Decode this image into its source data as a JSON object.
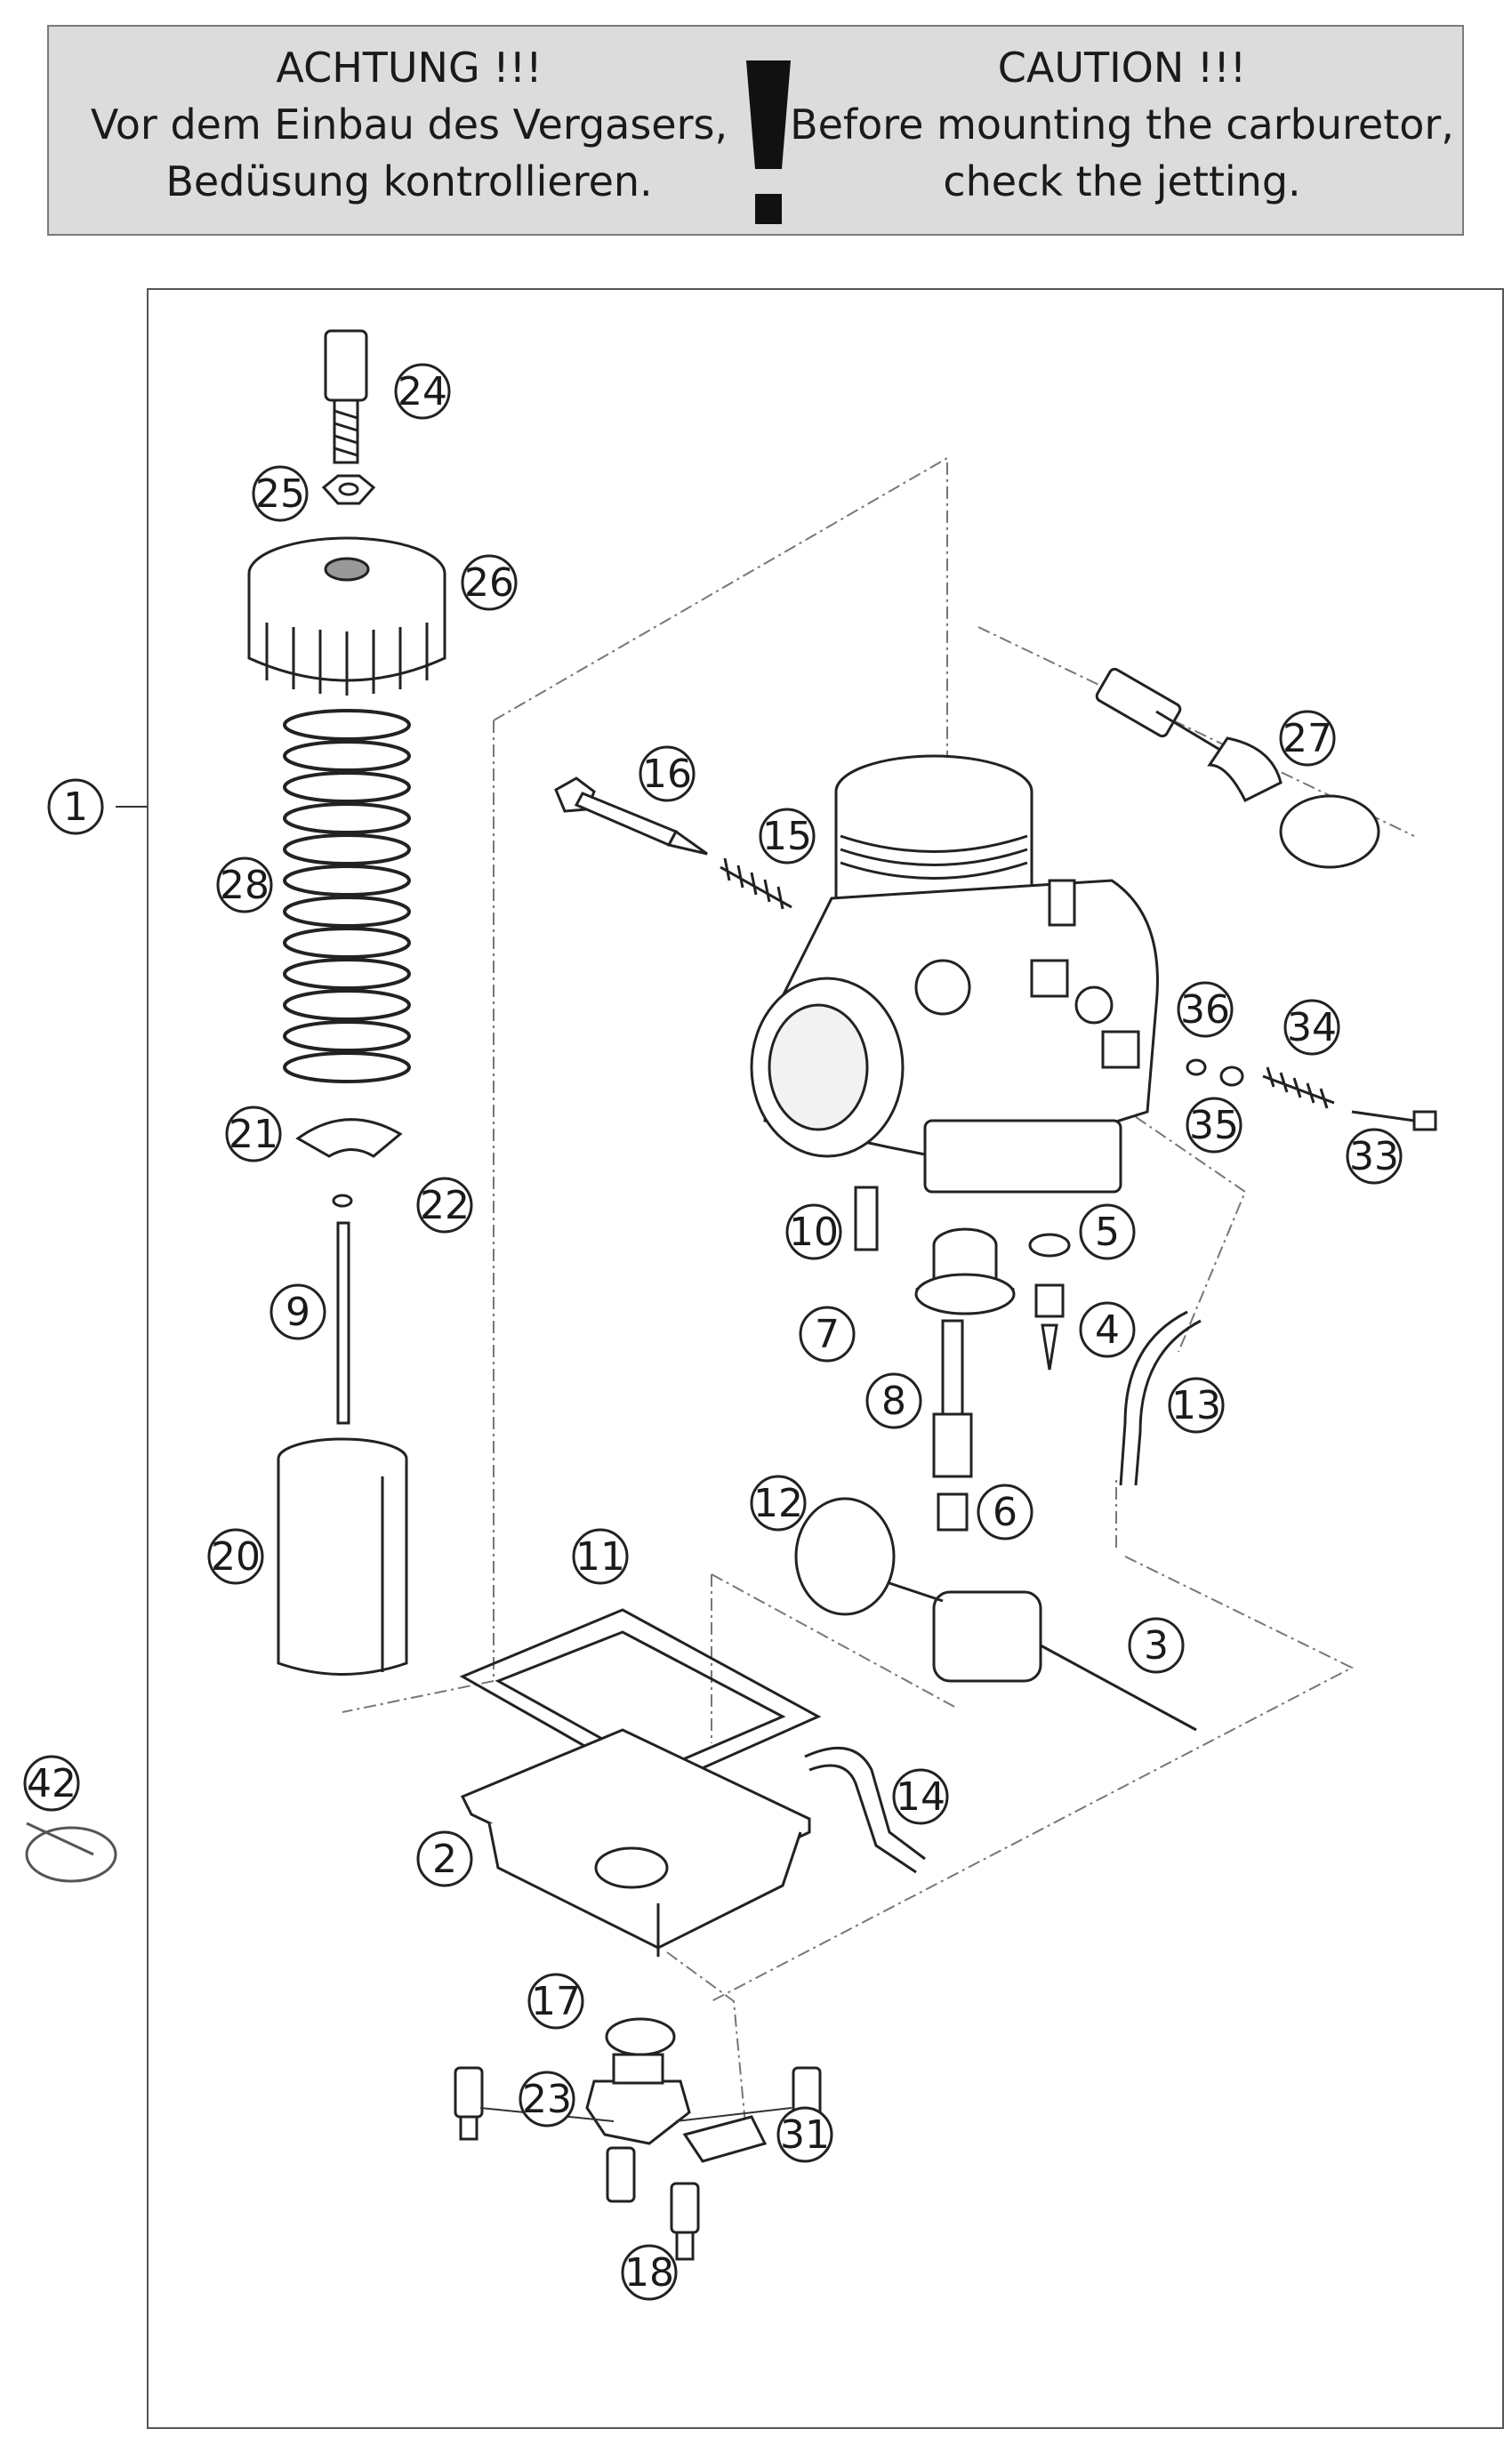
{
  "notice": {
    "german": [
      "ACHTUNG !!!",
      "Vor dem Einbau des Vergasers,",
      "Bedüsung kontrollieren."
    ],
    "english": [
      "CAUTION !!!",
      "Before mounting the carburetor,",
      "check the jetting."
    ]
  },
  "callouts": [
    "1",
    "2",
    "3",
    "4",
    "5",
    "6",
    "7",
    "8",
    "9",
    "10",
    "11",
    "12",
    "13",
    "14",
    "15",
    "16",
    "17",
    "18",
    "20",
    "21",
    "22",
    "23",
    "24",
    "25",
    "26",
    "27",
    "28",
    "31",
    "33",
    "34",
    "35",
    "36",
    "42"
  ]
}
